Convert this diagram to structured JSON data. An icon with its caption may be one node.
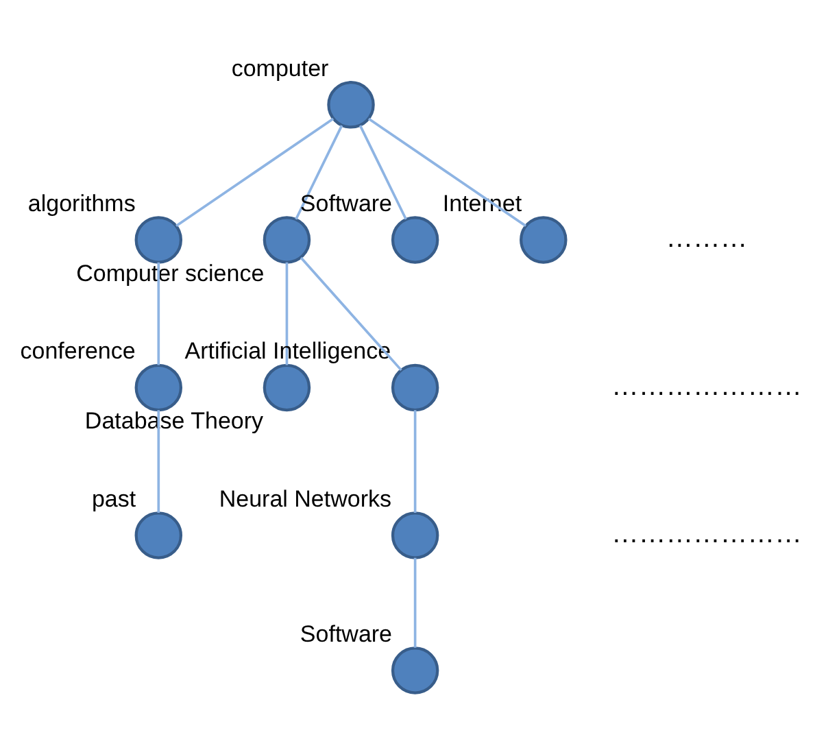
{
  "diagram": {
    "nodes": [
      {
        "text": [],
        "shape": "circle",
        "beside": [
          "computer"
        ]
      },
      {
        "text": [],
        "shape": "circle",
        "beside": [
          "algorithms"
        ]
      },
      {
        "text": [],
        "shape": "circle",
        "beside": [
          "Computer science"
        ]
      },
      {
        "text": [],
        "shape": "circle",
        "beside": [
          "Software"
        ]
      },
      {
        "text": [],
        "shape": "circle",
        "beside": [
          "Internet"
        ]
      },
      {
        "text": [],
        "shape": "circle",
        "beside": [
          "conference"
        ]
      },
      {
        "text": [],
        "shape": "circle",
        "beside": [
          "Database Theory"
        ]
      },
      {
        "text": [],
        "shape": "circle",
        "beside": [
          "Artificial Intelligence"
        ]
      },
      {
        "text": [],
        "shape": "circle",
        "beside": [
          "past"
        ]
      },
      {
        "text": [],
        "shape": "circle",
        "beside": [
          "Neural Networks"
        ]
      },
      {
        "text": [],
        "shape": "circle",
        "beside": [
          "Software"
        ]
      }
    ],
    "edges": [
      {
        "from": 0,
        "to": 1,
        "arrow": "none"
      },
      {
        "from": 0,
        "to": 2,
        "arrow": "none"
      },
      {
        "from": 0,
        "to": 3,
        "arrow": "none"
      },
      {
        "from": 0,
        "to": 4,
        "arrow": "none"
      },
      {
        "from": 1,
        "to": 5,
        "arrow": "none"
      },
      {
        "from": 5,
        "to": 8,
        "arrow": "none"
      },
      {
        "from": 2,
        "to": 6,
        "arrow": "none"
      },
      {
        "from": 2,
        "to": 7,
        "arrow": "none"
      },
      {
        "from": 7,
        "to": 9,
        "arrow": "none"
      },
      {
        "from": 9,
        "to": 10,
        "arrow": "none"
      }
    ],
    "labels": [
      "………",
      "…………………",
      "…………………"
    ]
  }
}
